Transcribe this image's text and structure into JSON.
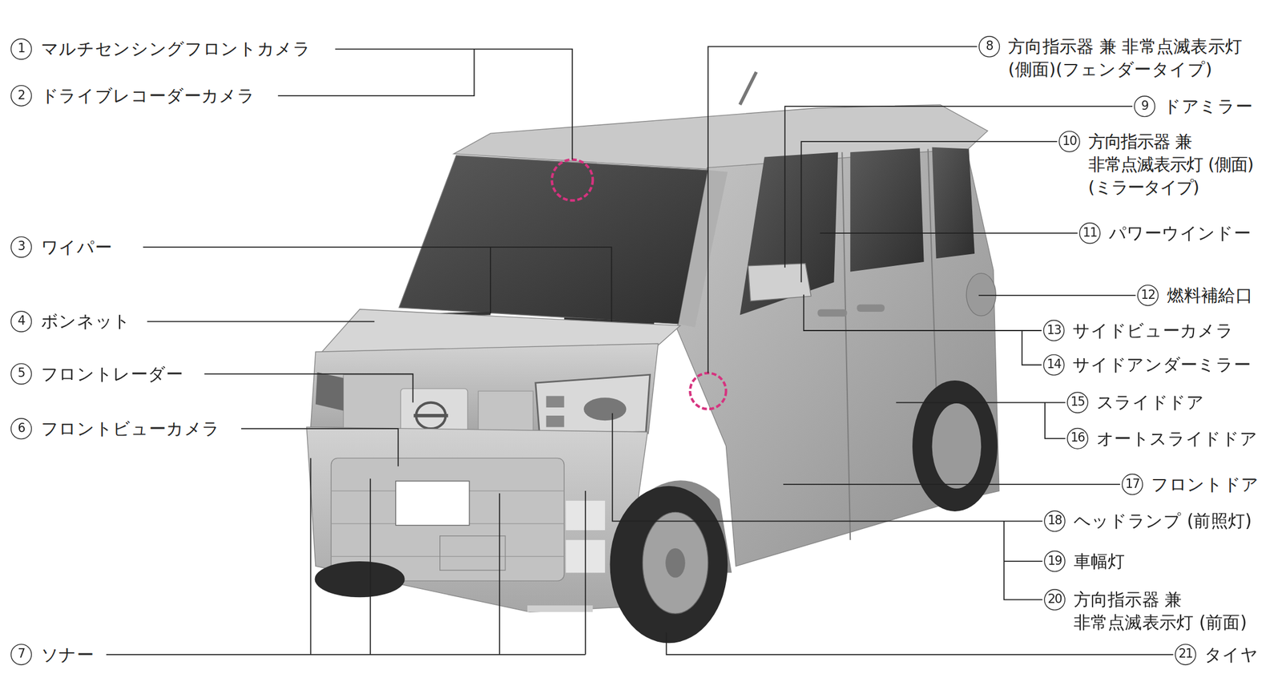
{
  "diagram": {
    "labels": [
      "1",
      "マルチセンシングフロントカメラ",
      "2",
      "ドライブレコーダーカメラ",
      "3",
      "ワイパー",
      "4",
      "ボンネット",
      "5",
      "フロントレーダー",
      "6",
      "フロントビューカメラ",
      "7",
      "ソナー",
      "8",
      "方向指示器 兼 非常点滅表示灯 (側面)(フェンダータイプ)",
      "9",
      "ドアミラー",
      "10",
      "方向指示器 兼 非常点滅表示灯 (側面)(ミラータイプ)",
      "11",
      "パワーウインドー",
      "12",
      "燃料補給口",
      "13",
      "サイドビューカメラ",
      "14",
      "サイドアンダーミラー",
      "15",
      "スライドドア",
      "16",
      "オートスライドドア",
      "17",
      "フロントドア",
      "18",
      "ヘッドランプ (前照灯)",
      "19",
      "車幅灯",
      "20",
      "方向指示器 兼 非常点滅表示灯 (前面)",
      "21",
      "タイヤ"
    ]
  }
}
